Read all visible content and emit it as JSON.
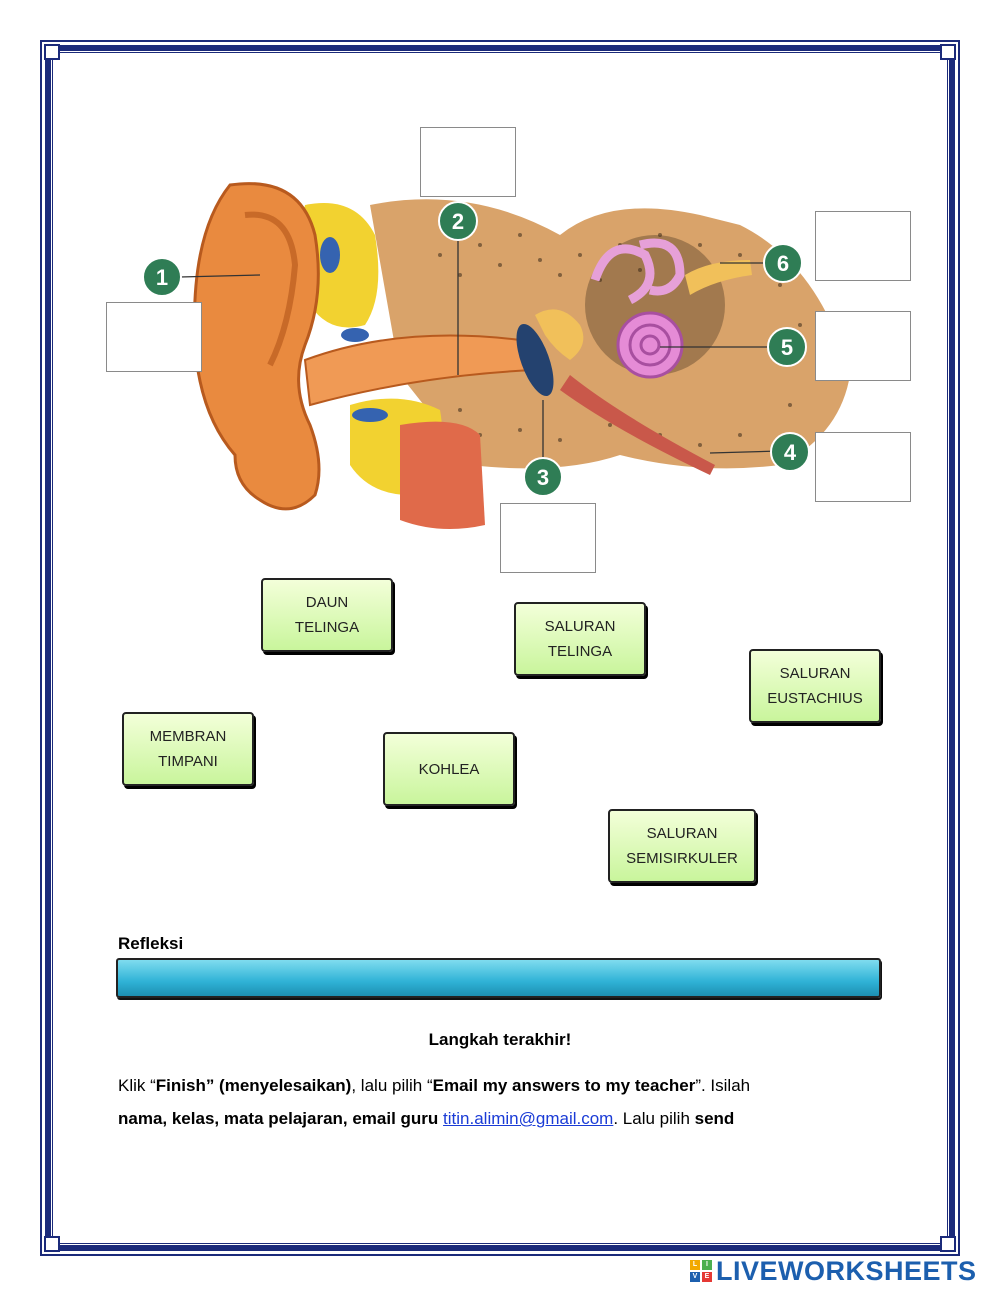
{
  "diagram": {
    "callouts": [
      "1",
      "2",
      "3",
      "4",
      "5",
      "6"
    ]
  },
  "word_tiles": [
    "DAUN\nTELINGA",
    "SALURAN\nTELINGA",
    "SALURAN\nEUSTACHIUS",
    "MEMBRAN\nTIMPANI",
    "KOHLEA",
    "SALURAN\nSEMISIRKULER"
  ],
  "reflection": {
    "heading": "Refleksi"
  },
  "final_step": {
    "heading": "Langkah terakhir!",
    "p1": "Klik “",
    "p2": "Finish” (menyelesaikan)",
    "p3": ", lalu pilih “",
    "p4": "Email my answers to my teacher",
    "p5": "”. Isilah",
    "p6": "nama, kelas, mata pelajaran, email guru ",
    "email": "titin.alimin@gmail.com",
    "p7": ".  Lalu pilih ",
    "p8": "send"
  },
  "brand": {
    "logo_text": "LIVEWORKSHEETS",
    "logo_letters": [
      "L",
      "I",
      "V",
      "E"
    ],
    "colors": {
      "frame": "#1b2a7a",
      "tile": "#d8f9b4",
      "bar": "#2fb2d6",
      "logo": "#1c5fae",
      "callout": "#2f7d55"
    }
  }
}
